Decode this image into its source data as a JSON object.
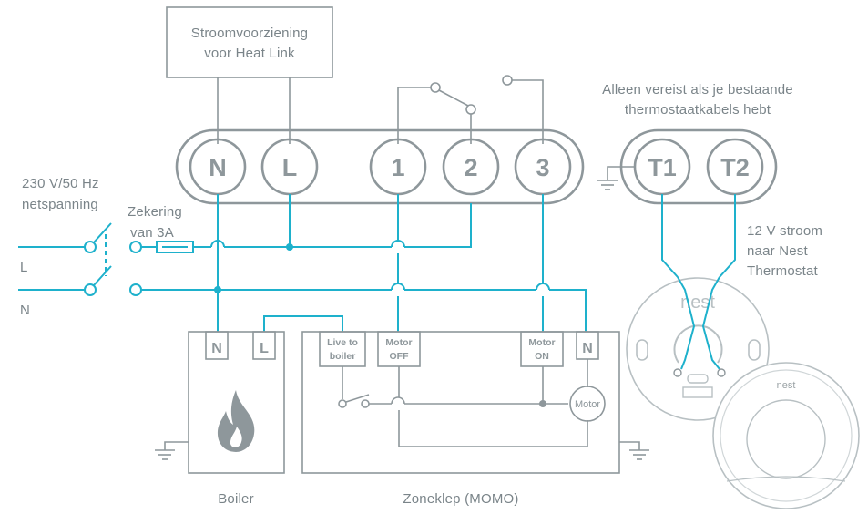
{
  "power_supply": {
    "line1": "Stroomvoorziening",
    "line2": "voor Heat Link"
  },
  "terminals": {
    "n": "N",
    "l": "L",
    "t1": "1",
    "t2": "2",
    "t3": "3",
    "tt1": "T1",
    "tt2": "T2"
  },
  "optional_note": {
    "line1": "Alleen vereist als je bestaande",
    "line2": "thermostaatkabels hebt"
  },
  "mains": {
    "line1": "230 V/50 Hz",
    "line2": "netspanning",
    "l_label": "L",
    "n_label": "N"
  },
  "fuse": {
    "line1": "Zekering",
    "line2": "van 3A"
  },
  "thermostat_power": {
    "line1": "12 V stroom",
    "line2": "naar Nest",
    "line3": "Thermostat"
  },
  "boiler": {
    "n": "N",
    "l": "L",
    "label": "Boiler"
  },
  "zone_valve": {
    "live_line1": "Live to",
    "live_line2": "boiler",
    "off_line1": "Motor",
    "off_line2": "OFF",
    "on_line1": "Motor",
    "on_line2": "ON",
    "n": "N",
    "motor": "Motor",
    "label": "Zoneklep (MOMO)"
  },
  "nest": {
    "brand": "nest",
    "display_brand": "nest"
  },
  "colors": {
    "wire": "#1eb1cc",
    "outline": "#8e979b",
    "text": "#7a8489"
  }
}
